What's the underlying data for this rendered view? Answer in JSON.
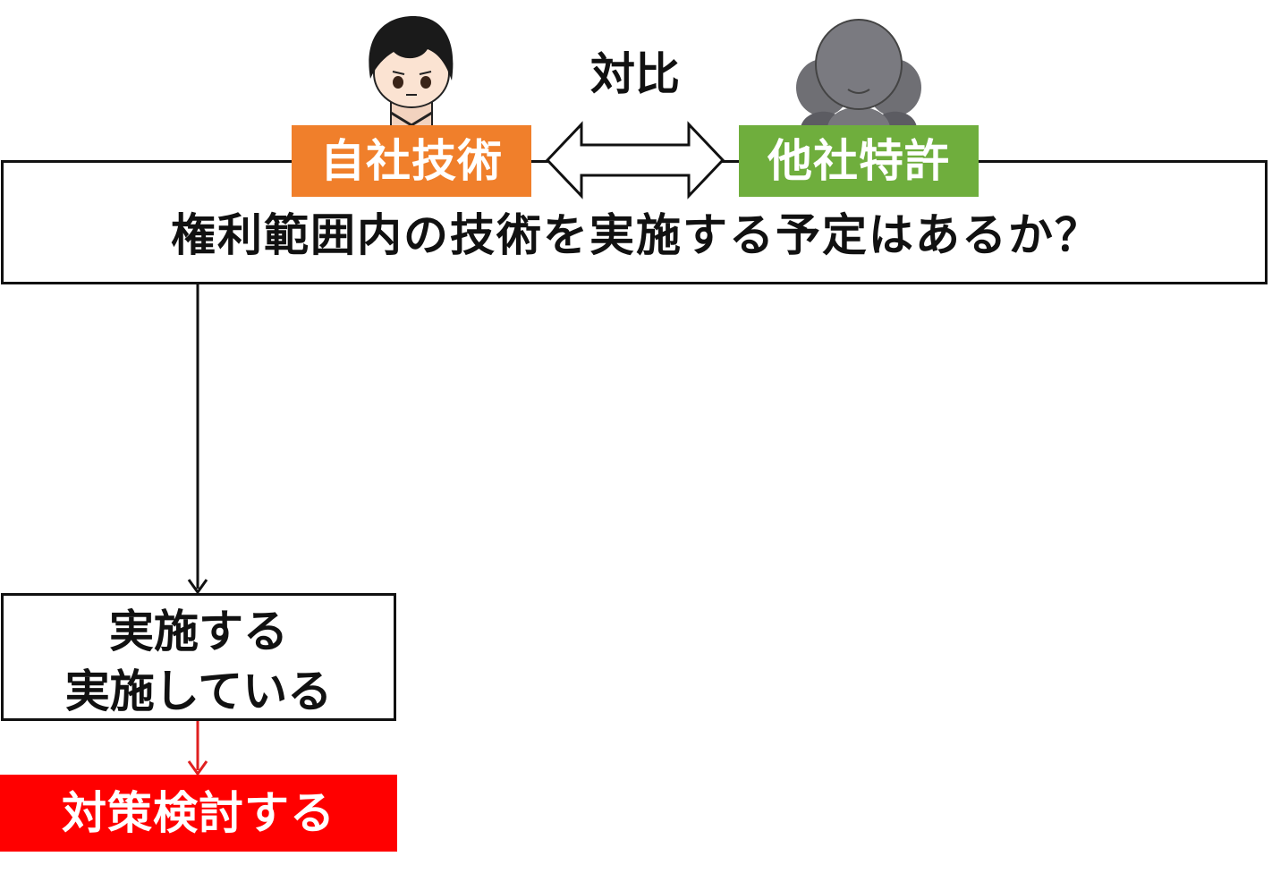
{
  "header": {
    "compare_label": "対比",
    "own_label": "自社技術",
    "other_label": "他社特許"
  },
  "question": {
    "text": "権利範囲内の技術を実施する予定はあるか？"
  },
  "implement_box": {
    "line1": "実施する",
    "line2": "実施している"
  },
  "action_box": {
    "text": "対策検討する"
  },
  "colors": {
    "own_label_bg": "#f07f2b",
    "other_label_bg": "#6fae3d",
    "action_bg": "#ff0000",
    "action_arrow": "#e02020"
  },
  "icons": {
    "own_person": "person-avatar-icon",
    "other_person": "anonymous-group-icon"
  }
}
